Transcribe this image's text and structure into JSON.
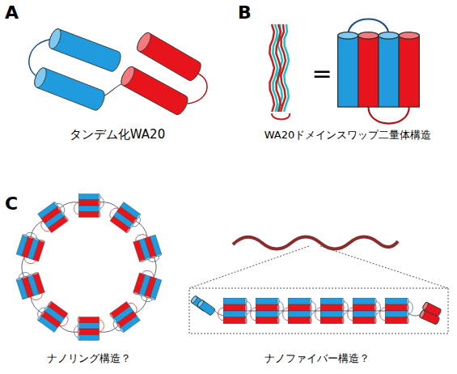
{
  "diagram": {
    "labels": [
      "A",
      "B",
      "C",
      "タンデム化WA20",
      "=",
      "WA20ドメインスワップ二量体構造",
      "ナノリング構造？",
      "ナノファイバー構造？"
    ]
  }
}
